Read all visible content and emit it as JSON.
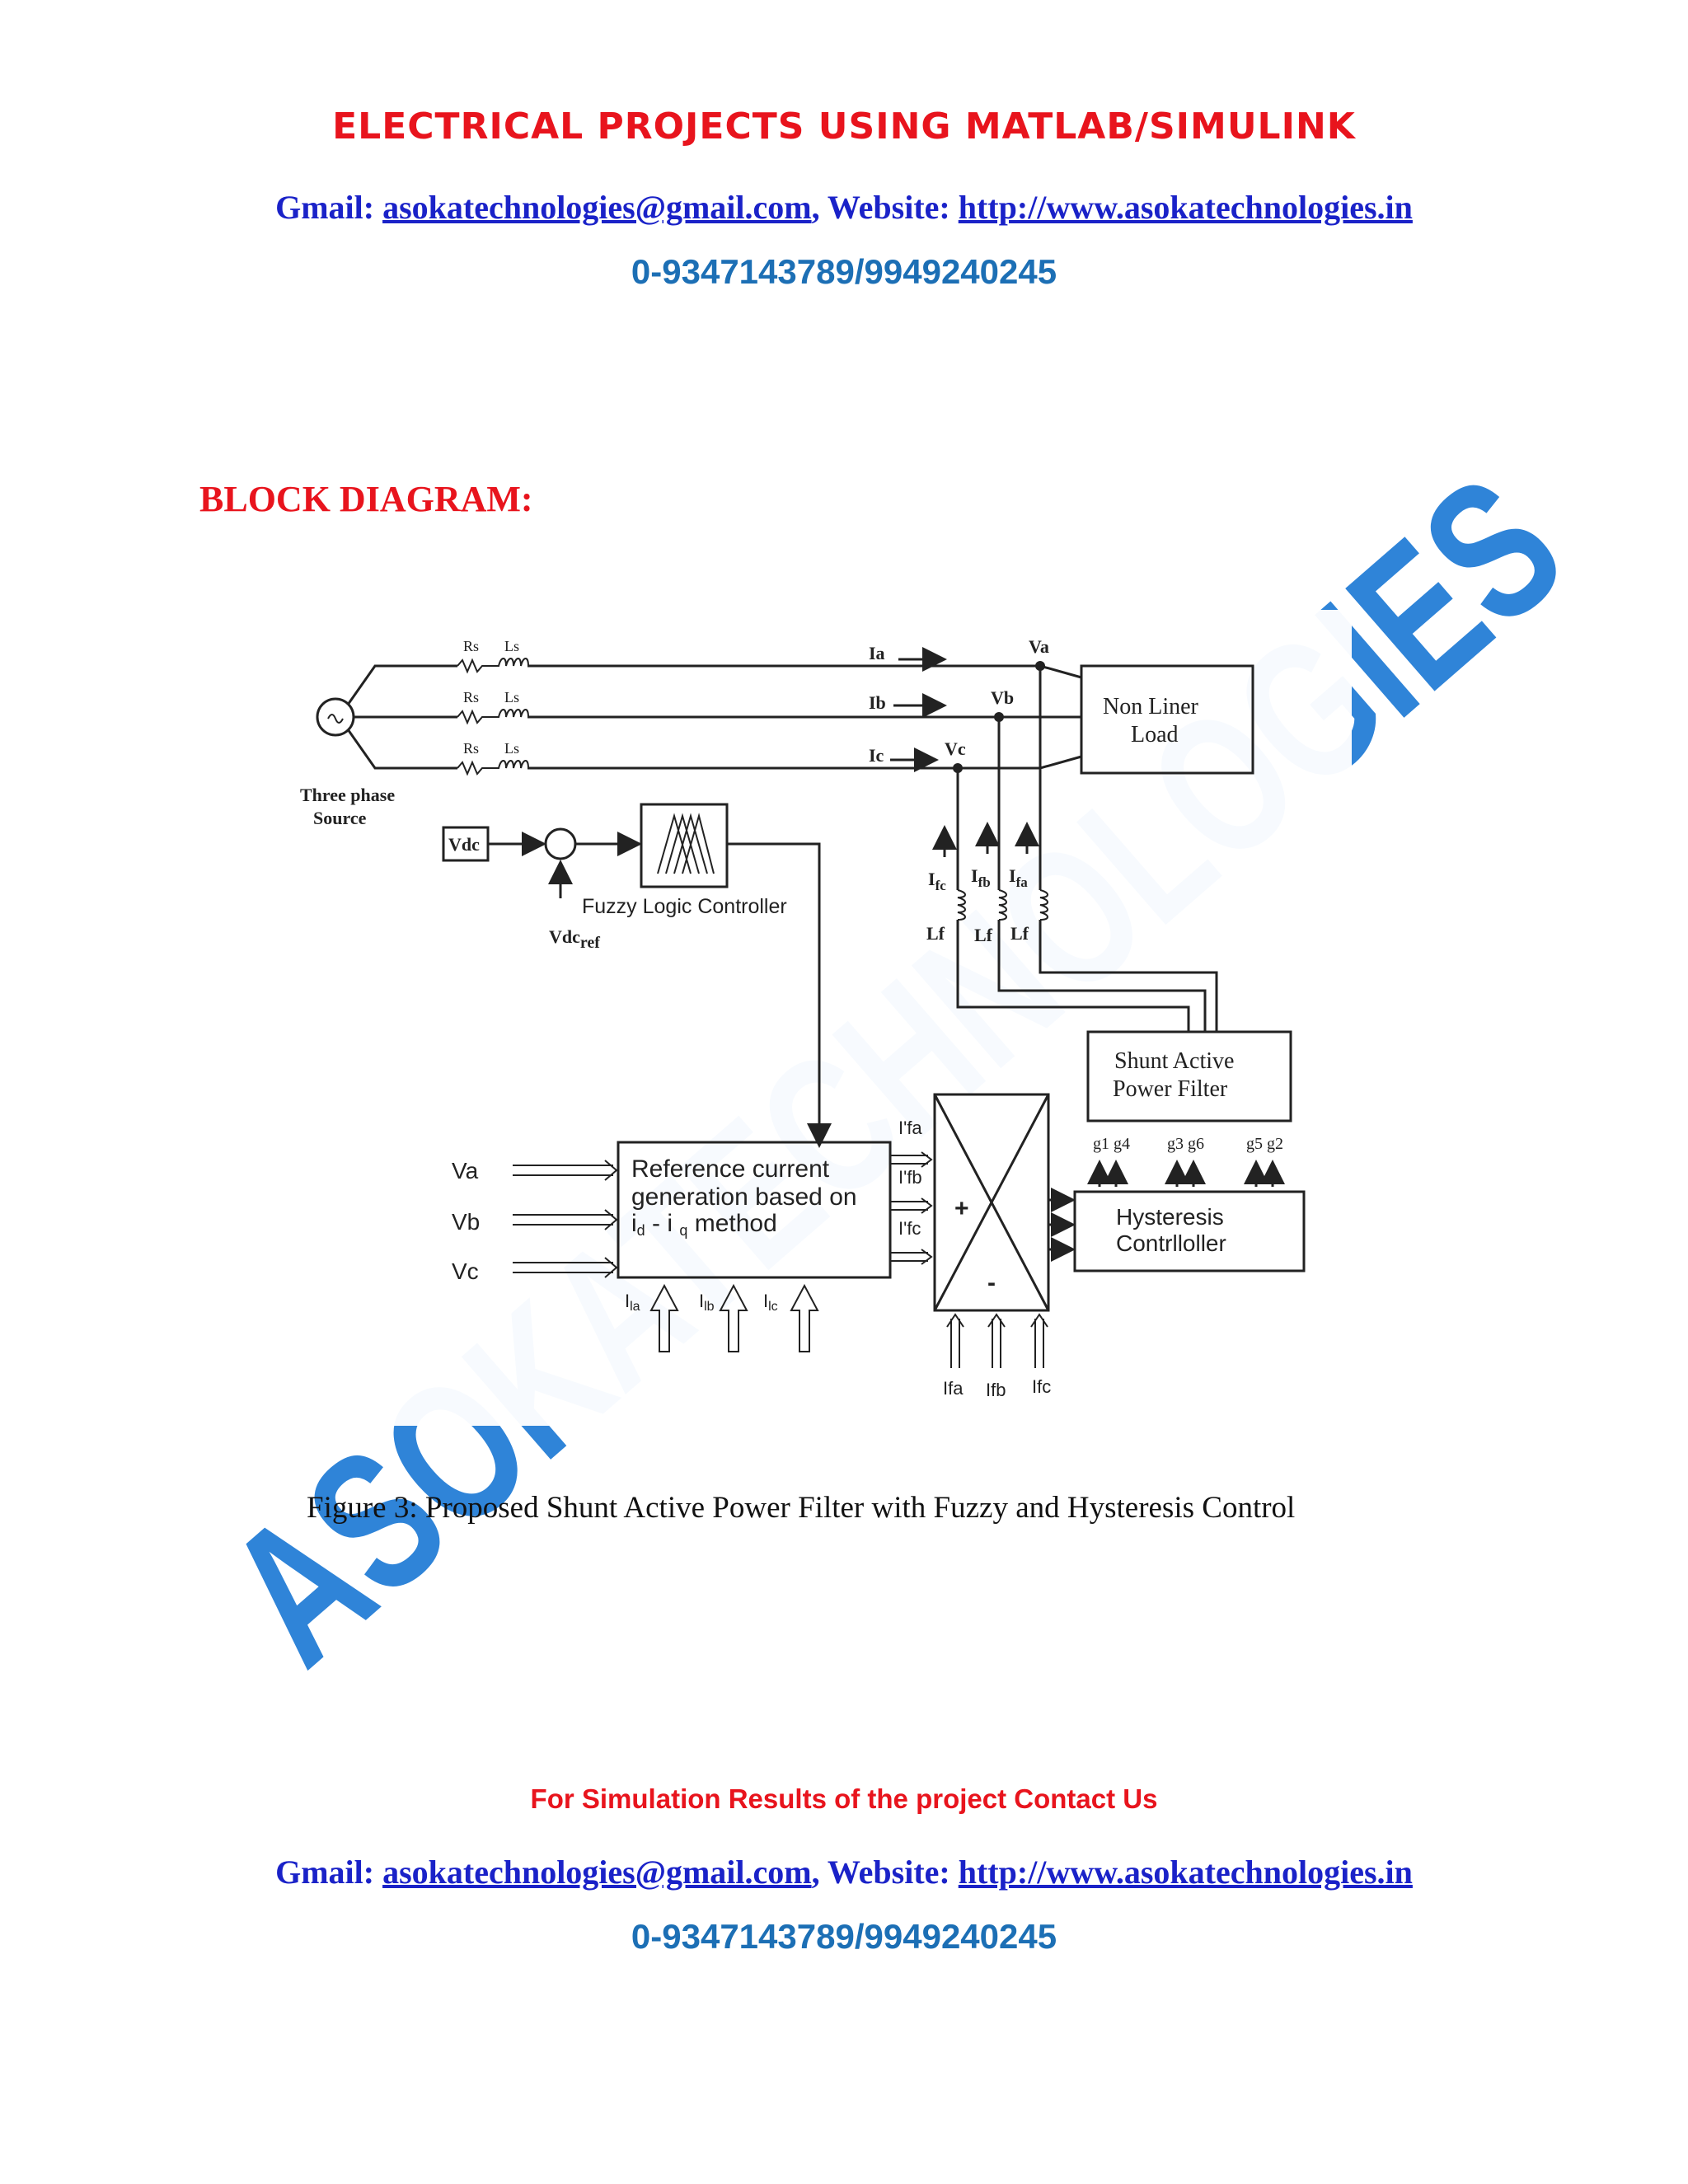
{
  "header": {
    "title": "ELECTRICAL PROJECTS USING MATLAB/SIMULINK",
    "gmail_label": "Gmail:",
    "email": "asokatechnologies@gmail.com",
    "website_label": ", Website:",
    "website": "http://www.asokatechnologies.in",
    "phone": "0-9347143789/9949240245"
  },
  "section_heading": "BLOCK DIAGRAM:",
  "watermark": "ASOKATECHNOLOGIES",
  "diagram": {
    "rs": "Rs",
    "ls": "Ls",
    "source_label_1": "Three phase",
    "source_label_2": "Source",
    "line_currents": [
      "Ia",
      "Ib",
      "Ic"
    ],
    "node_voltages": [
      "Va",
      "Vb",
      "Vc"
    ],
    "load_1": "Non Liner",
    "load_2": "Load",
    "vdc": "Vdc",
    "vdc_ref": "Vdc",
    "vdc_ref_sub": "ref",
    "flc_label": "Fuzzy Logic Controller",
    "filter_currents": [
      "I",
      "I",
      "I"
    ],
    "filter_current_subs": [
      "fc",
      "fb",
      "fa"
    ],
    "lf": "Lf",
    "sapf_1": "Shunt Active",
    "sapf_2": "Power Filter",
    "ref_1": "Reference current",
    "ref_2": "generation based on",
    "ref_3a": "i",
    "ref_3b": "d",
    "ref_3c": " - i ",
    "ref_3d": "q",
    "ref_3e": " method",
    "inputs": [
      "Va",
      "Vb",
      "Vc"
    ],
    "load_currents": [
      "I",
      "I",
      "I"
    ],
    "load_current_subs": [
      "la",
      "lb",
      "lc"
    ],
    "ref_outputs": [
      "I'fa",
      "I'fb",
      "I'fc"
    ],
    "plus": "+",
    "minus": "-",
    "meas_currents": [
      "Ifa",
      "Ifb",
      "Ifc"
    ],
    "gates": [
      "g1 g4",
      "g3 g6",
      "g5 g2"
    ],
    "hyst_1": "Hysteresis",
    "hyst_2": "Contrlloller"
  },
  "caption": "Figure 3: Proposed Shunt Active Power Filter with Fuzzy and Hysteresis Control",
  "footer": {
    "contact_us": "For Simulation Results of the project Contact Us",
    "gmail_label": "Gmail:",
    "email": "asokatechnologies@gmail.com",
    "website_label": ", Website:",
    "website": "http://www.asokatechnologies.in",
    "phone": "0-9347143789/9949240245"
  },
  "colors": {
    "title_red": "#e8141d",
    "link_blue": "#1a22c8",
    "phone_blue": "#1c6fb5",
    "watermark_blue": "#0b6fd1"
  }
}
